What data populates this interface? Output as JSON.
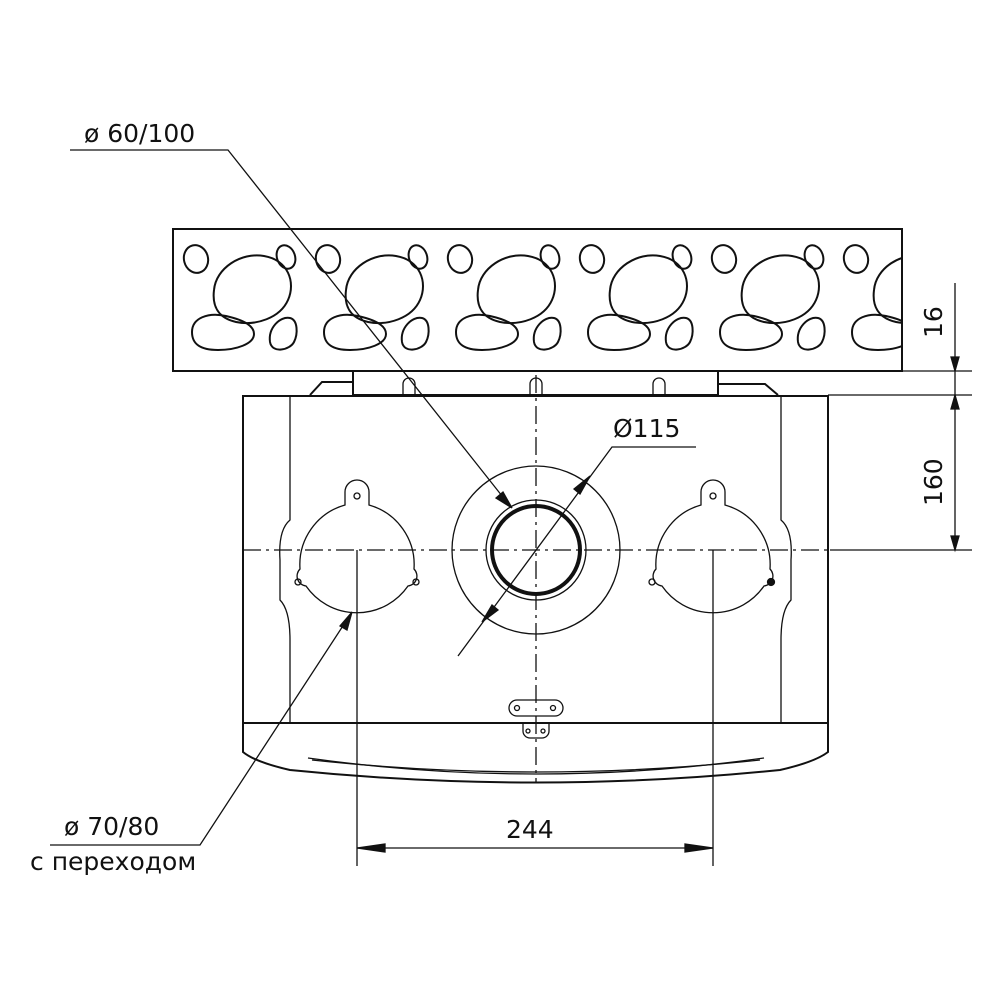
{
  "labels": {
    "flue_coaxial": "ø 60/100",
    "flue_outer": "Ø115",
    "side_ports_line1": "ø 70/80",
    "side_ports_line2": "с переходом",
    "dim_top_gap": "16",
    "dim_height": "160",
    "dim_spacing": "244"
  },
  "colors": {
    "line": "#111111",
    "background": "#ffffff"
  }
}
